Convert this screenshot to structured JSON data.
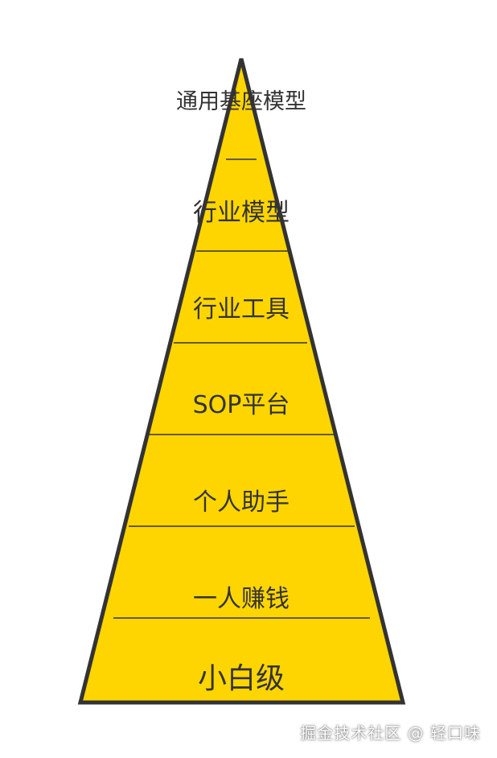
{
  "pyramid": {
    "fill_color": "#FFD500",
    "stroke_color": "#333333",
    "levels": [
      {
        "label": "通用基座模型"
      },
      {
        "label": "行业模型"
      },
      {
        "label": "行业工具"
      },
      {
        "label": "SOP平台"
      },
      {
        "label": "个人助手"
      },
      {
        "label": "一人赚钱"
      },
      {
        "label": "小白级"
      }
    ]
  },
  "watermark": {
    "text": "掘金技术社区 @ 轻口味"
  }
}
